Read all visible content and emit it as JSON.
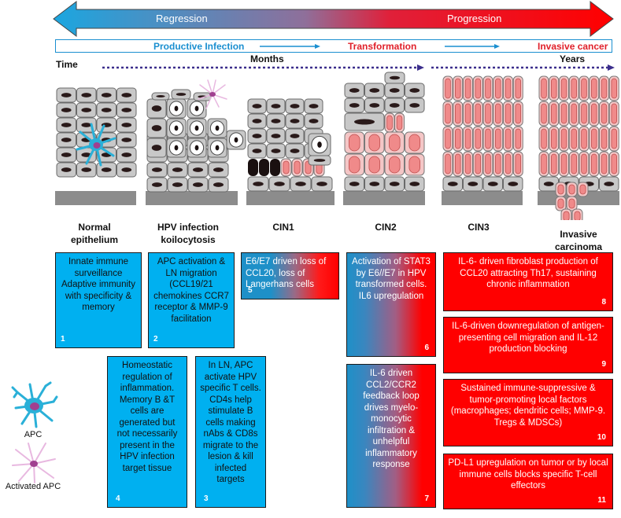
{
  "header": {
    "regression_label": "Regression",
    "progression_label": "Progression",
    "productive_infection": "Productive Infection",
    "transformation": "Transformation",
    "invasive_cancer": "Invasive cancer",
    "time_label": "Time",
    "months_label": "Months",
    "years_label": "Years"
  },
  "stages": [
    {
      "label": "Normal\nepithelium"
    },
    {
      "label": "HPV infection\nkoilocytosis"
    },
    {
      "label": "CIN1"
    },
    {
      "label": "CIN2"
    },
    {
      "label": "CIN3"
    },
    {
      "label": "Invasive\ncarcinoma"
    }
  ],
  "boxes": {
    "b1": {
      "text": "Innate immune surveillance Adaptive immunity with specificity & memory",
      "num": "1"
    },
    "b2": {
      "text": "APC activation & LN migration (CCL19/21 chemokines CCR7 receptor & MMP-9 facilitation",
      "num": "2"
    },
    "b3": {
      "text": "In LN, APC activate HPV specific T cells. CD4s help stimulate B cells making nAbs & CD8s migrate to the lesion & kill infected targets",
      "num": "3"
    },
    "b4": {
      "text": "Homeostatic regulation of inflammation. Memory B &T cells are generated but not necessarily present in the HPV infection target tissue",
      "num": "4"
    },
    "b5": {
      "text": "E6/E7 driven loss of CCL20, loss of Langerhans cells",
      "num": "5"
    },
    "b6": {
      "text": "Activation of STAT3 by E6//E7 in HPV transformed cells. IL6 upregulation",
      "num": "6"
    },
    "b7": {
      "text": "IL-6 driven CCL2/CCR2 feedback loop drives myelo-monocytic infiltration & unhelpful inflammatory response",
      "num": "7"
    },
    "b8": {
      "text": "IL-6- driven fibroblast production of CCL20 attracting Th17, sustaining chronic inflammation",
      "num": "8"
    },
    "b9": {
      "text": "IL-6-driven downregulation of antigen-presenting cell migration and IL-12 production blocking",
      "num": "9"
    },
    "b10": {
      "text": "Sustained immune-suppressive & tumor-promoting local factors (macrophages; dendritic cells; MMP-9. Tregs & MDSCs)",
      "num": "10"
    },
    "b11": {
      "text": "PD-L1 upregulation on tumor or by local immune cells blocks specific T-cell effectors",
      "num": "11"
    }
  },
  "legend": {
    "apc_label": "APC",
    "activated_apc_label": "Activated APC"
  },
  "colors": {
    "blue": "#00b0f0",
    "red": "#ff0000",
    "cell_gray": "#c8c8c8",
    "cell_pink": "#f4c6c6",
    "nucleus_pink": "#f08a8a",
    "basement": "#8c8c8c"
  }
}
